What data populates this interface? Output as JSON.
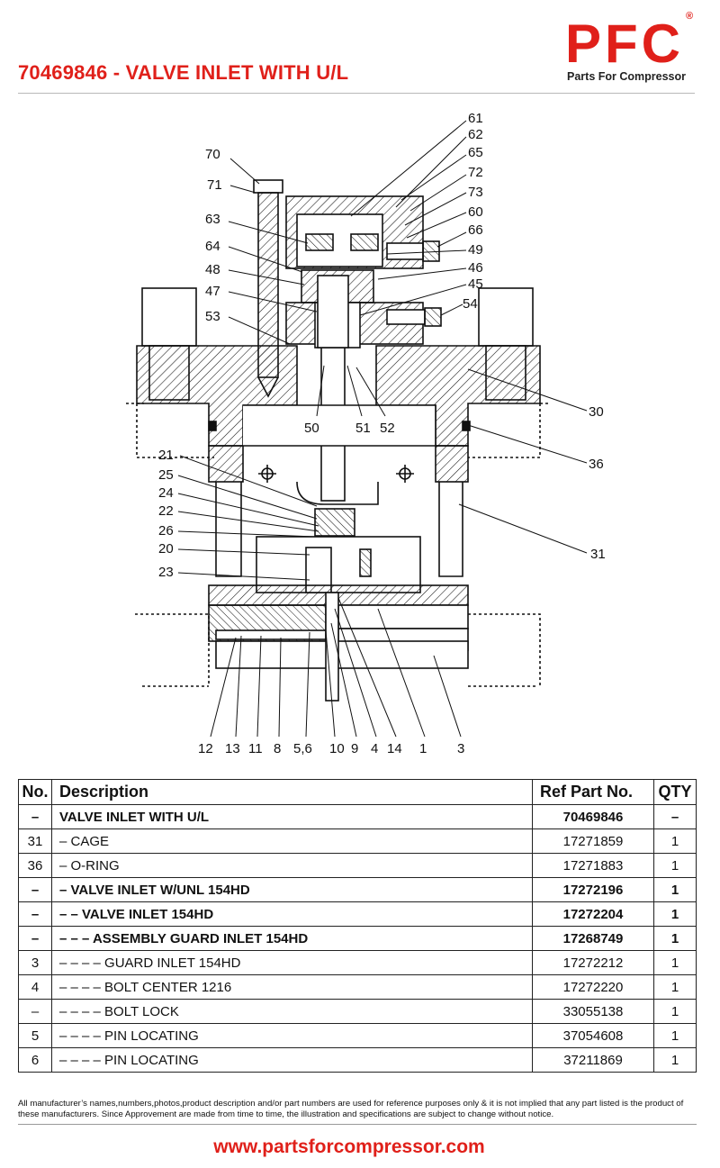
{
  "header": {
    "title": "70469846 - VALVE INLET WITH U/L",
    "logo_mark": "PFC",
    "logo_reg": "®",
    "logo_subtitle": "Parts For Compressor"
  },
  "diagram": {
    "callouts_right": [
      "61",
      "62",
      "65",
      "72",
      "73",
      "60",
      "66",
      "49",
      "46",
      "45",
      "54",
      "30",
      "36",
      "31"
    ],
    "callouts_left": [
      "70",
      "71",
      "63",
      "64",
      "48",
      "47",
      "53",
      "21",
      "25",
      "24",
      "22",
      "26",
      "20",
      "23"
    ],
    "callouts_mid": [
      "50",
      "51",
      "52"
    ],
    "callouts_bottom": [
      "12",
      "13",
      "11",
      "8",
      "5,6",
      "10",
      "9",
      "4",
      "14",
      "1",
      "3"
    ]
  },
  "table": {
    "headers": {
      "no": "No.",
      "description": "Description",
      "ref": "Ref Part No.",
      "qty": "QTY"
    },
    "rows": [
      {
        "no": "–",
        "description": "VALVE INLET WITH U/L",
        "ref": "70469846",
        "qty": "–",
        "bold": true
      },
      {
        "no": "31",
        "description": "– CAGE",
        "ref": "17271859",
        "qty": "1",
        "bold": false
      },
      {
        "no": "36",
        "description": "– O-RING",
        "ref": "17271883",
        "qty": "1",
        "bold": false
      },
      {
        "no": "–",
        "description": "– VALVE INLET W/UNL 154HD",
        "ref": "17272196",
        "qty": "1",
        "bold": true
      },
      {
        "no": "–",
        "description": "– – VALVE INLET 154HD",
        "ref": "17272204",
        "qty": "1",
        "bold": true
      },
      {
        "no": "–",
        "description": "– – – ASSEMBLY GUARD INLET 154HD",
        "ref": "17268749",
        "qty": "1",
        "bold": true
      },
      {
        "no": "3",
        "description": "– – – – GUARD INLET 154HD",
        "ref": "17272212",
        "qty": "1",
        "bold": false
      },
      {
        "no": "4",
        "description": "– – – – BOLT CENTER 1216",
        "ref": "17272220",
        "qty": "1",
        "bold": false
      },
      {
        "no": "–",
        "description": "– – – – BOLT LOCK",
        "ref": "33055138",
        "qty": "1",
        "bold": false
      },
      {
        "no": "5",
        "description": "– – – – PIN LOCATING",
        "ref": "37054608",
        "qty": "1",
        "bold": false
      },
      {
        "no": "6",
        "description": "– – – – PIN LOCATING",
        "ref": "37211869",
        "qty": "1",
        "bold": false
      }
    ]
  },
  "footer": {
    "disclaimer": "All manufacturer’s names,numbers,photos,product description and/or part numbers are used for reference purposes only & it is not implied that any part listed is the product of these manufacturers.  Since Approvement are made from time to time,  the illustration and specifications are subject to change without notice.",
    "website": "www.partsforcompressor.com"
  },
  "colors": {
    "brand": "#e0201a",
    "text": "#111111",
    "rule": "#b9b9b9"
  }
}
